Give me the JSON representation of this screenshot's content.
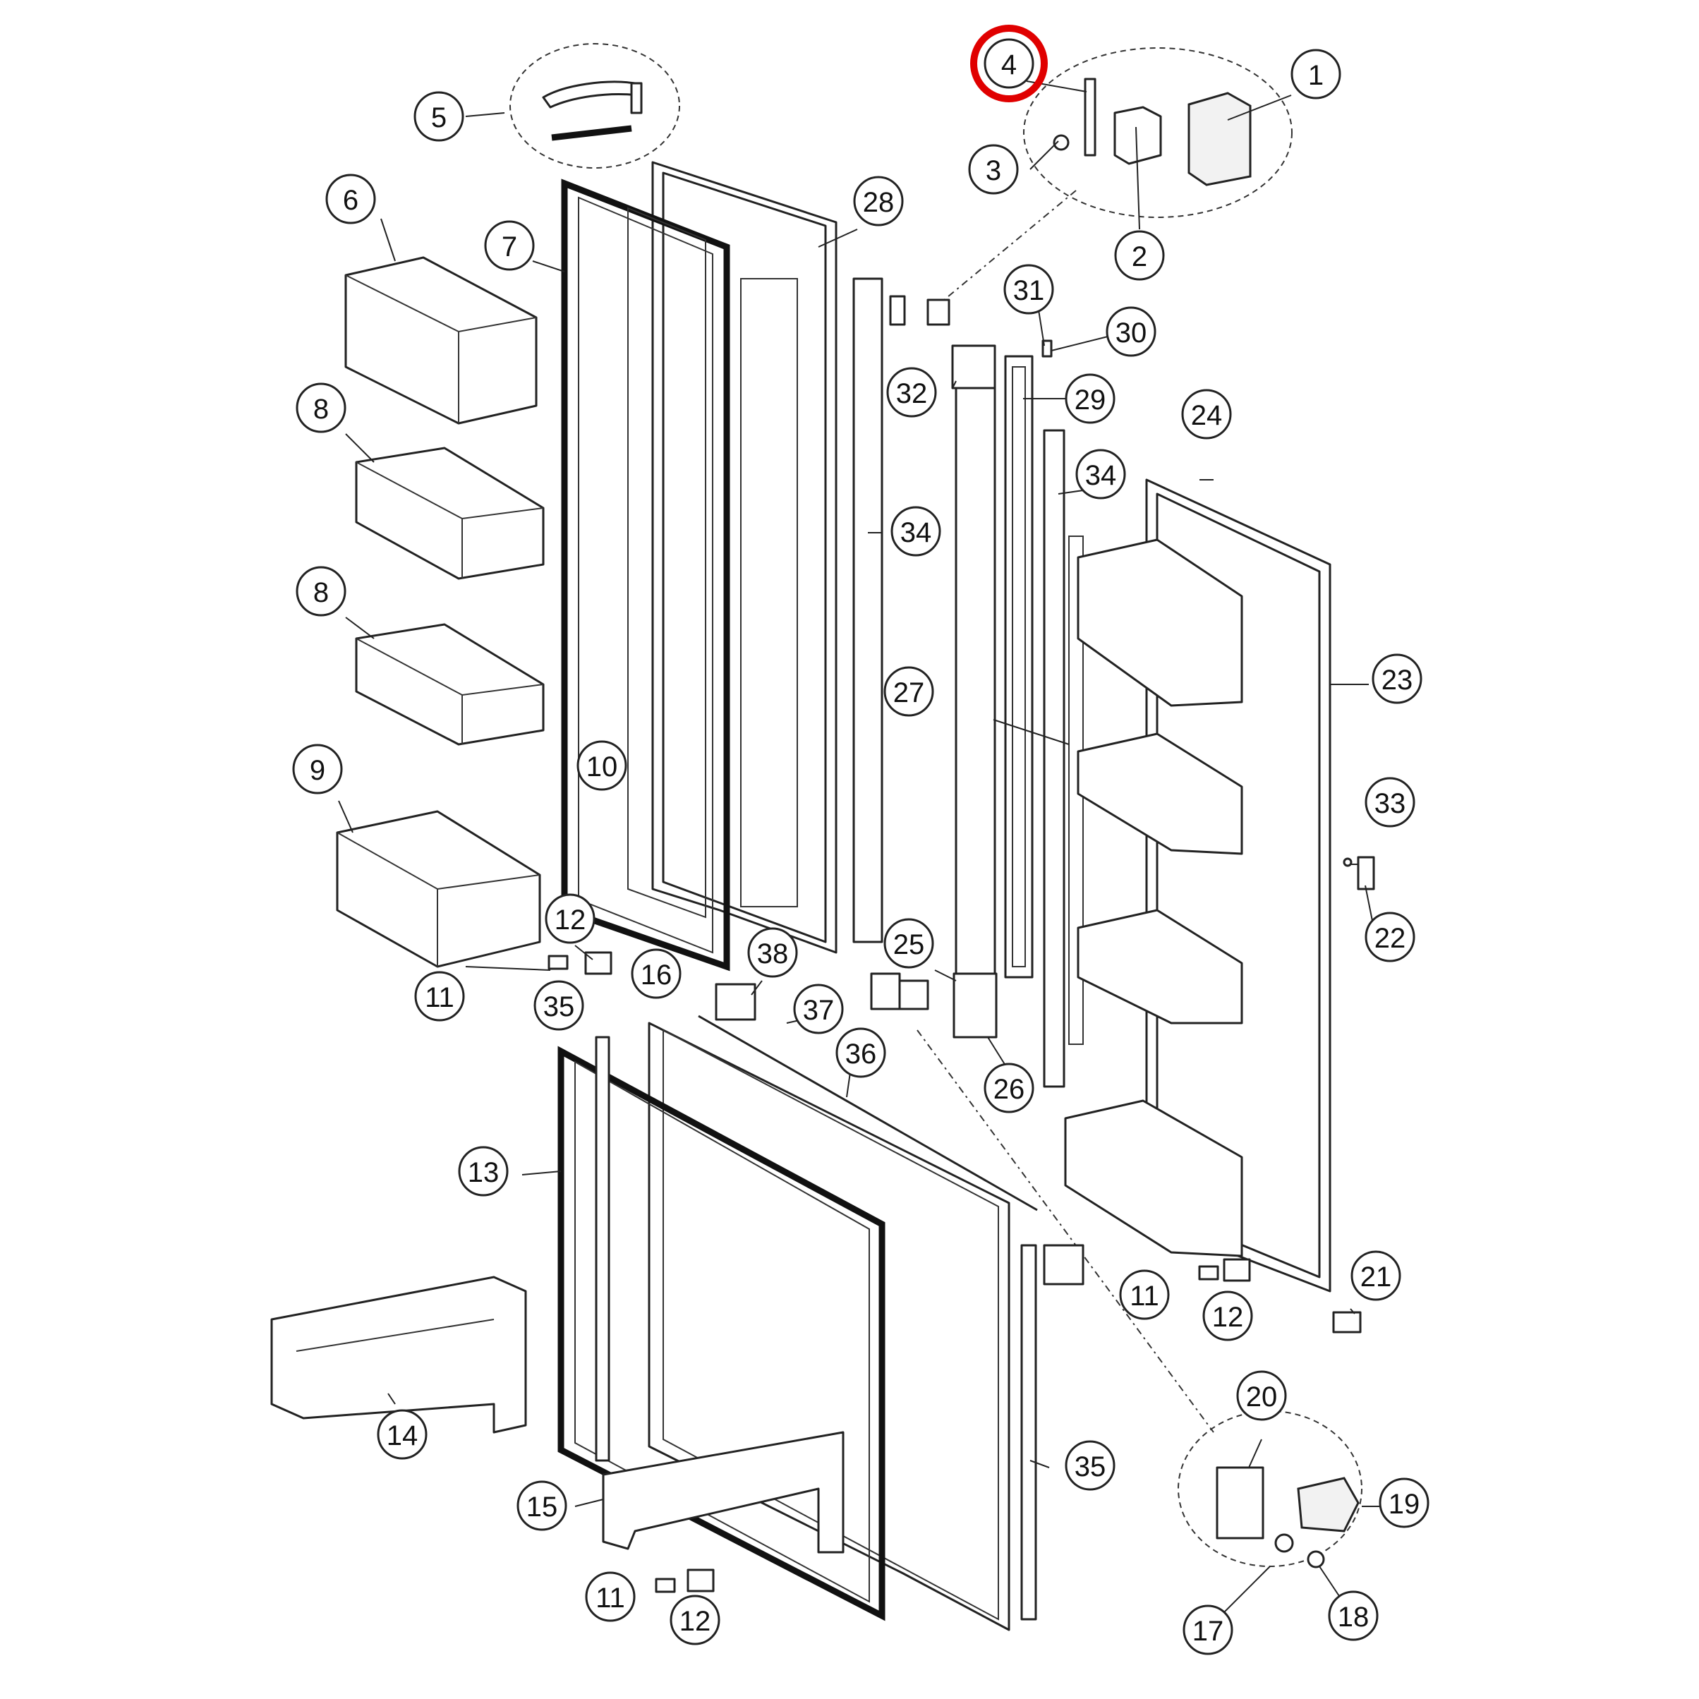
{
  "diagram": {
    "highlight_color": "#e00000",
    "highlighted_callout": "4",
    "callouts": [
      "1",
      "2",
      "3",
      "4",
      "5",
      "6",
      "7",
      "8",
      "9",
      "10",
      "11",
      "12",
      "13",
      "14",
      "15",
      "16",
      "17",
      "18",
      "19",
      "20",
      "21",
      "22",
      "23",
      "24",
      "25",
      "26",
      "27",
      "28",
      "29",
      "30",
      "31",
      "32",
      "33",
      "34",
      "35",
      "36",
      "37",
      "38"
    ]
  }
}
